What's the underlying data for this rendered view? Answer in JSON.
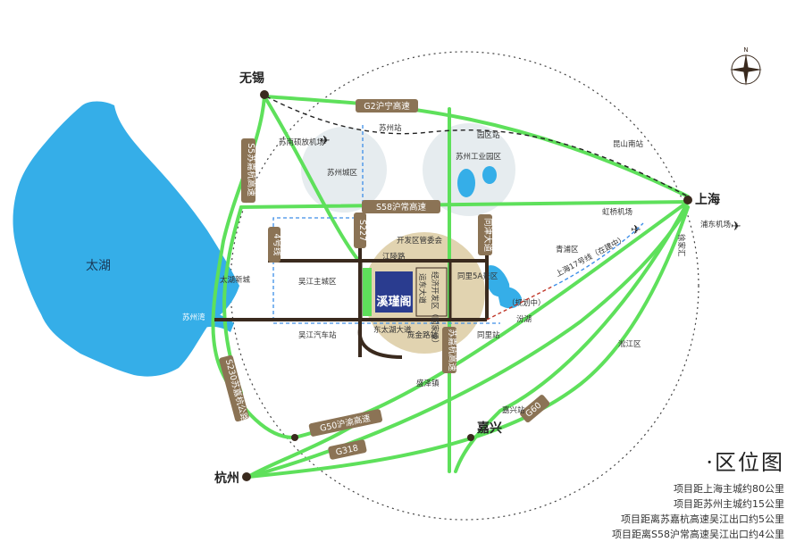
{
  "cities": {
    "wuxi": "无锡",
    "shanghai": "上海",
    "hangzhou": "杭州",
    "jiaxing": "嘉兴"
  },
  "lake": "太湖",
  "highways": {
    "g2": "G2沪宁高速",
    "s58": "S58沪常高速",
    "s5": "S5苏嘉杭高速",
    "s230": "S230苏嘉杭公路",
    "g50": "G50沪渝高速",
    "g318": "G318",
    "g60": "G60",
    "s227": "S227",
    "line4": "4号线",
    "tongjin": "同津大道",
    "subhang": "苏嘉杭高速"
  },
  "places": {
    "suzhou_station": "苏州站",
    "sunan_airport": "苏南硕放机场",
    "yuanqu_station": "园区站",
    "kunshan_south": "昆山南站",
    "suzhou_city": "苏州城区",
    "sip": "苏州工业园区",
    "hongqiao": "虹桥机场",
    "pudong": "浦东机场",
    "qingpu": "青浦区",
    "xuhui": "徐家汇",
    "dev_committee": "开发区管委会",
    "jiangling": "江陵路",
    "yundong": "运东大道",
    "econ_zone": "经济开发区（国家级）",
    "tongli": "同里5A景区",
    "wujiang_main": "吴江主城区",
    "taihu_newtown": "太湖新城",
    "suzhou_bay": "苏州湾",
    "east_taihu": "东太湖大道",
    "wujiang_bus": "吴江汽车站",
    "pangjin": "庞金路站",
    "tongli_station": "同里站",
    "line17": "上海17号线（在建中）",
    "planned": "（规划中）",
    "fenhu": "汾湖",
    "songze": "盛泽镇",
    "jiaxing_station": "嘉兴站",
    "songjiang": "淞江区"
  },
  "project_name": "溪瑾阁",
  "legend": {
    "title": "·区位图",
    "notes": [
      "项目距上海主城约80公里",
      "项目距苏州主城约15公里",
      "项目距离苏嘉杭高速吴江出口约5公里",
      "项目距离S58沪常高速吴江出口约4公里"
    ]
  },
  "colors": {
    "road_green": "#5ee05b",
    "lake_blue": "#35aee8",
    "highway_tag": "#8b7355",
    "zone_tan": "#d9c9a3",
    "project_blue": "#2a3c8f",
    "local_road": "#3a2a1e"
  }
}
